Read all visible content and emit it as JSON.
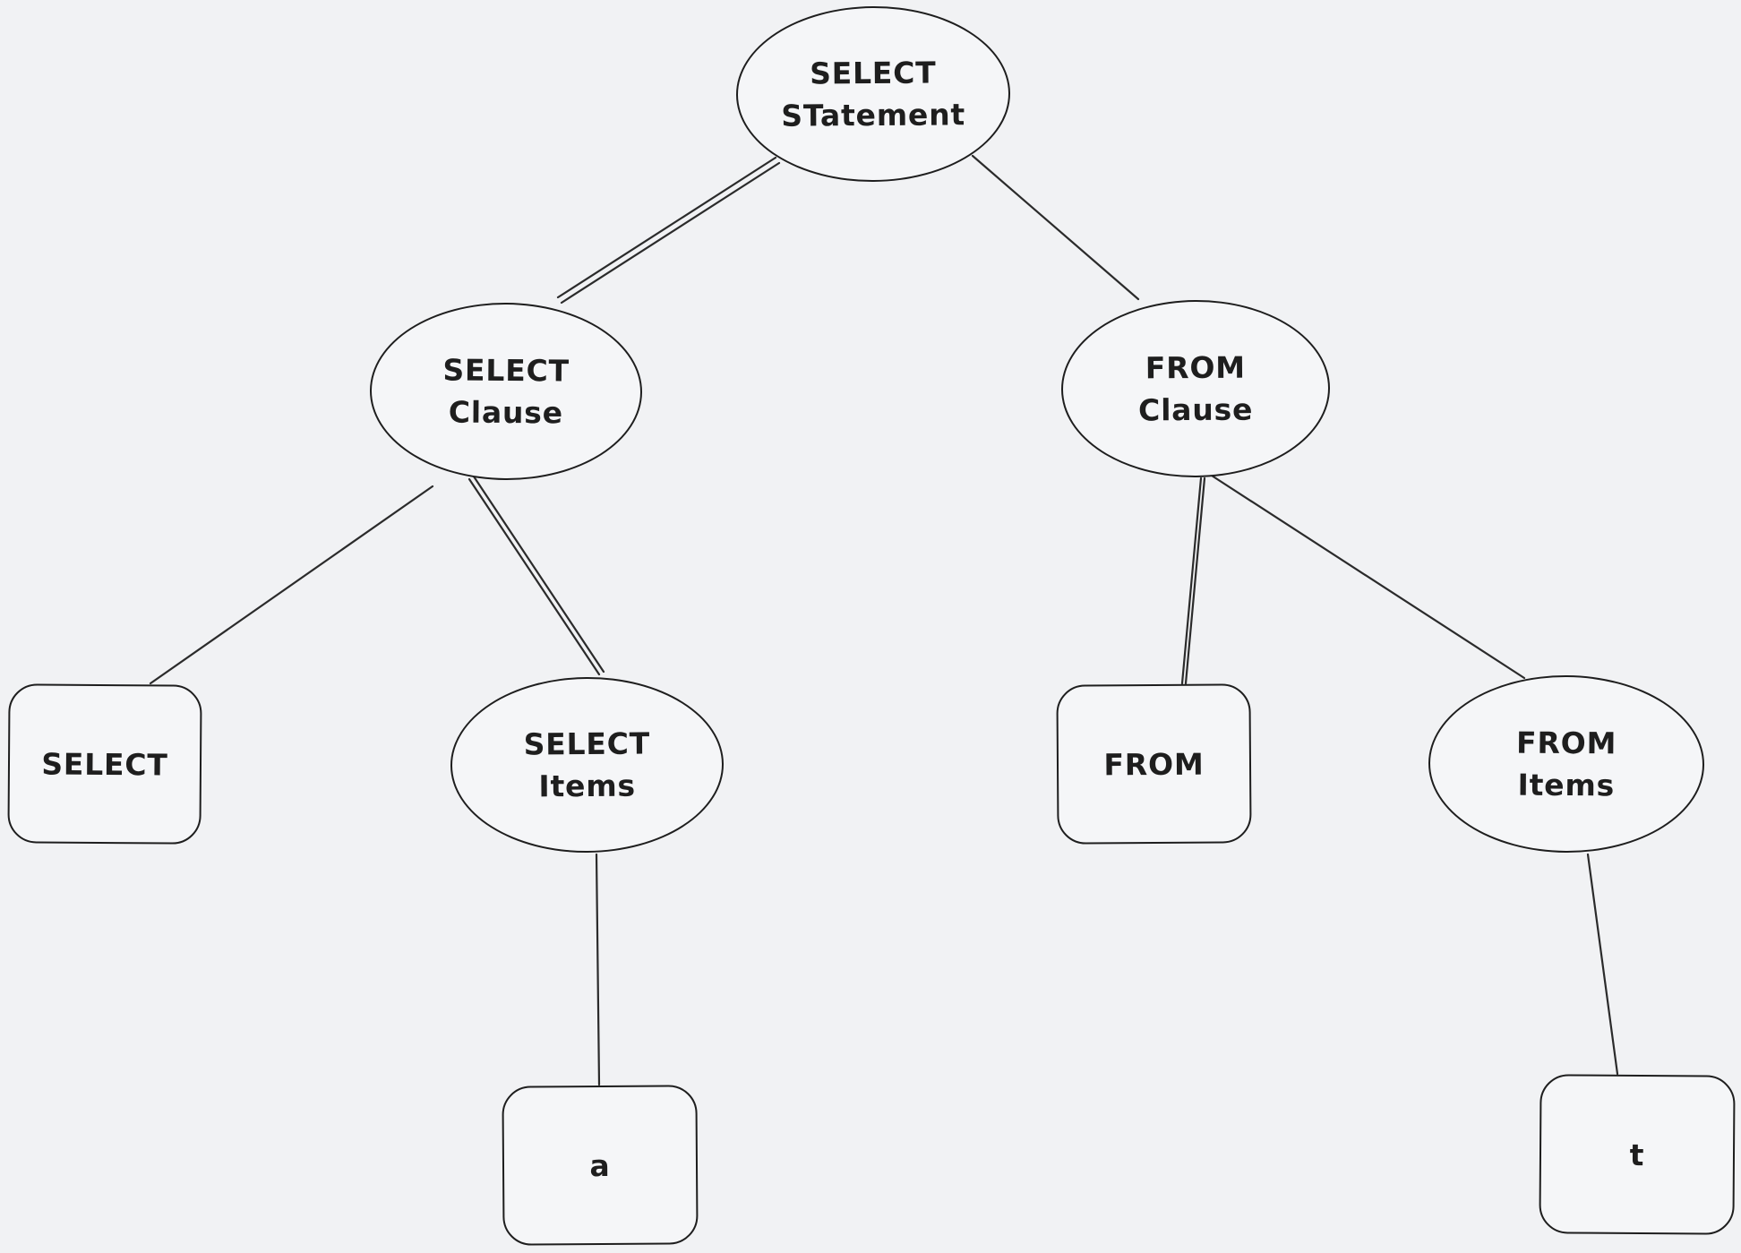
{
  "canvas": {
    "style": "hand-drawn whiteboard sketch",
    "background_color": "#f1f2f4",
    "stroke_color": "#1e1e1e",
    "node_fill_color": "#f5f6f8",
    "text_color": "#1e1e1e"
  },
  "diagram": {
    "type": "tree",
    "nodes": [
      {
        "id": "select-statement",
        "shape": "ellipse",
        "lines": [
          "SELECT",
          "STatement"
        ]
      },
      {
        "id": "select-clause",
        "shape": "ellipse",
        "lines": [
          "SELECT",
          "Clause"
        ]
      },
      {
        "id": "from-clause",
        "shape": "ellipse",
        "lines": [
          "FROM",
          "Clause"
        ]
      },
      {
        "id": "select-keyword",
        "shape": "rounded-rectangle",
        "lines": [
          "SELECT"
        ]
      },
      {
        "id": "select-items",
        "shape": "ellipse",
        "lines": [
          "SELECT",
          "Items"
        ]
      },
      {
        "id": "from-keyword",
        "shape": "rounded-rectangle",
        "lines": [
          "FROM"
        ]
      },
      {
        "id": "from-items",
        "shape": "ellipse",
        "lines": [
          "FROM",
          "Items"
        ]
      },
      {
        "id": "item-a",
        "shape": "rounded-rectangle",
        "lines": [
          "a"
        ]
      },
      {
        "id": "item-t",
        "shape": "rounded-rectangle",
        "lines": [
          "t"
        ]
      }
    ],
    "edges": [
      {
        "from": "select-statement",
        "to": "select-clause"
      },
      {
        "from": "select-statement",
        "to": "from-clause"
      },
      {
        "from": "select-clause",
        "to": "select-keyword"
      },
      {
        "from": "select-clause",
        "to": "select-items"
      },
      {
        "from": "from-clause",
        "to": "from-keyword"
      },
      {
        "from": "from-clause",
        "to": "from-items"
      },
      {
        "from": "select-items",
        "to": "item-a"
      },
      {
        "from": "from-items",
        "to": "item-t"
      }
    ]
  }
}
